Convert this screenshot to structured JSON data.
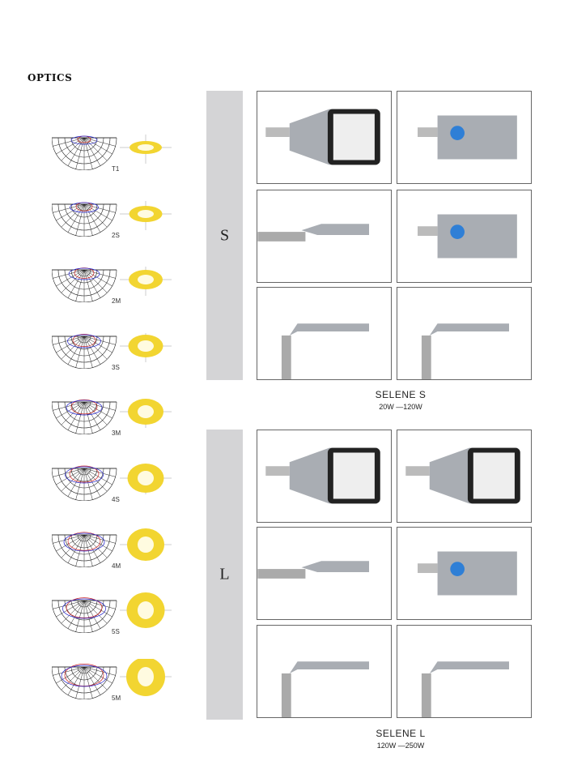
{
  "title": "OPTICS",
  "optics": [
    "T1",
    "2S",
    "2M",
    "3S",
    "3M",
    "4S",
    "4M",
    "5S",
    "5M"
  ],
  "series": [
    {
      "letter": "S",
      "name": "SELENE S",
      "power": "20W —120W"
    },
    {
      "letter": "L",
      "name": "SELENE L",
      "power": "120W —250W"
    }
  ],
  "colors": {
    "bar": "#d4d4d6",
    "beam": "#f2d531",
    "lamp": "#a9adb3"
  }
}
